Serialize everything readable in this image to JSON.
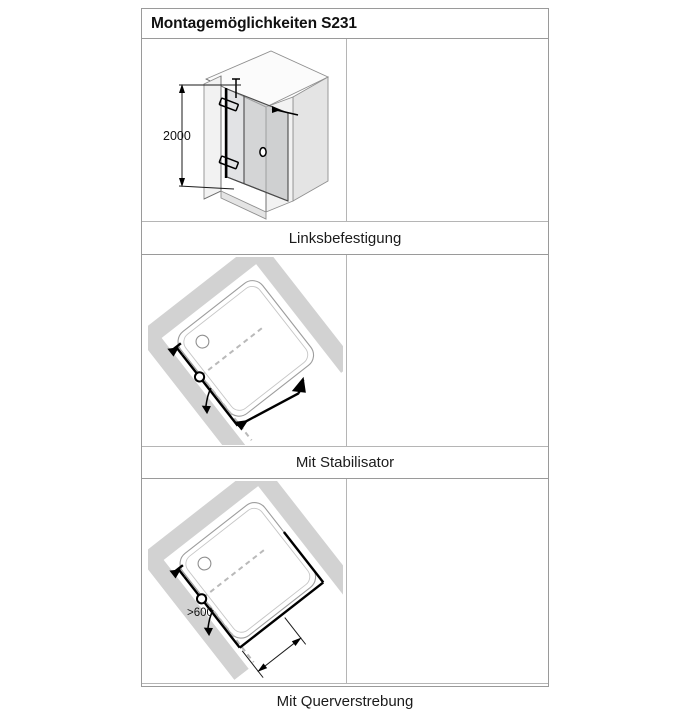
{
  "header": {
    "title": "Montagemöglichkeiten S231"
  },
  "rows": [
    {
      "id": "linksbefestigung",
      "caption": "Linksbefestigung",
      "figure_kind": "isometric-shower-enclosure",
      "dimension_label": "2000",
      "dimension_unit_implied": "mm"
    },
    {
      "id": "mit-stabilisator",
      "caption": "Mit Stabilisator",
      "figure_kind": "floor-plan-rotated",
      "dimension_label": ""
    },
    {
      "id": "mit-querverstrebung",
      "caption": "Mit Querverstrebung",
      "figure_kind": "floor-plan-rotated",
      "dimension_label": ">600"
    }
  ],
  "colors": {
    "border": "#9a9a9a",
    "inner_border": "#b5b5b5",
    "wall_gray": "#d2d2d2",
    "glass_gray": "#b9bbbd",
    "line_black": "#000000",
    "swing_dash": "#b9b9b9",
    "text": "#1a1a1a",
    "background": "#ffffff"
  }
}
